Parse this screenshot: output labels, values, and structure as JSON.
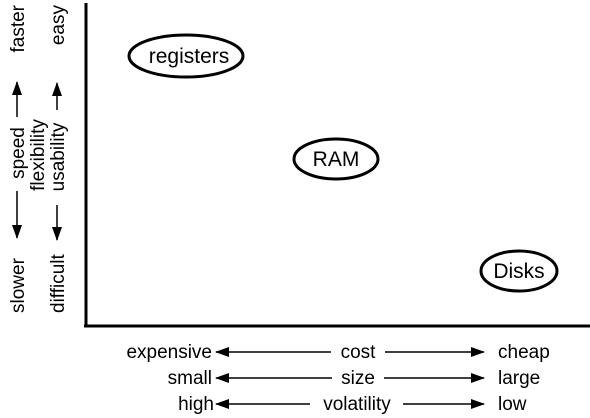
{
  "nodes": [
    {
      "label": "registers"
    },
    {
      "label": "RAM"
    },
    {
      "label": "Disks"
    }
  ],
  "x_axes": [
    {
      "left": "expensive",
      "center": "cost",
      "right": "cheap"
    },
    {
      "left": "small",
      "center": "size",
      "right": "large"
    },
    {
      "left": "high",
      "center": "volatility",
      "right": "low"
    }
  ],
  "y_axes": [
    {
      "top": "faster",
      "center": "speed",
      "bottom": "slower"
    },
    {
      "center": "flexibility"
    },
    {
      "top": "easy",
      "center": "usability",
      "bottom": "difficult"
    }
  ]
}
